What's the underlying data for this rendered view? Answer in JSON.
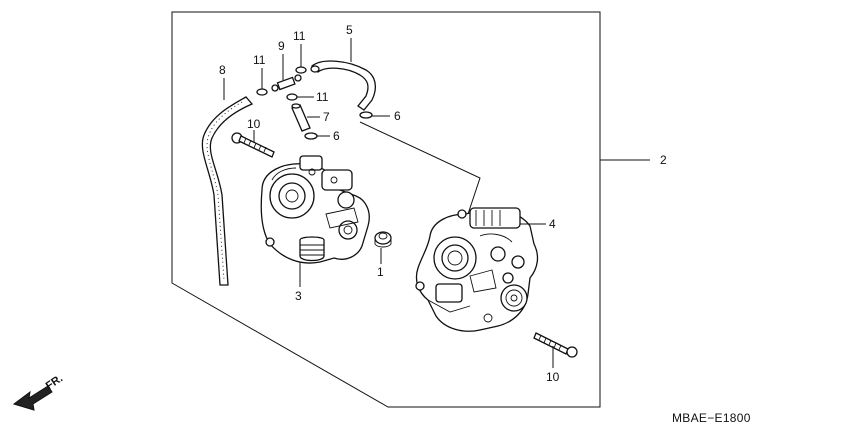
{
  "diagram": {
    "code": "MBAE−E1800",
    "front_label": "FR.",
    "callouts": {
      "c1": "1",
      "c2": "2",
      "c3": "3",
      "c4": "4",
      "c5": "5",
      "c6a": "6",
      "c6b": "6",
      "c7": "7",
      "c8": "8",
      "c9": "9",
      "c10a": "10",
      "c10b": "10",
      "c11a": "11",
      "c11b": "11",
      "c11c": "11"
    }
  }
}
